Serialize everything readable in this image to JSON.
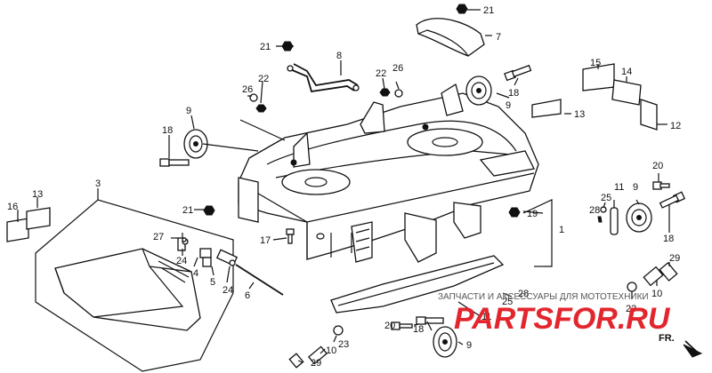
{
  "callouts": {
    "c1": "1",
    "c3": "3",
    "c4": "4",
    "c5": "5",
    "c6": "6",
    "c7": "7",
    "c8": "8",
    "c9a": "9",
    "c9b": "9",
    "c9c": "9",
    "c9d": "9",
    "c10a": "10",
    "c10b": "10",
    "c11a": "11",
    "c11b": "11",
    "c12": "12",
    "c13a": "13",
    "c13b": "13",
    "c14": "14",
    "c15": "15",
    "c16": "16",
    "c17": "17",
    "c18a": "18",
    "c18b": "18",
    "c18c": "18",
    "c18d": "18",
    "c19": "19",
    "c20a": "20",
    "c20b": "20",
    "c21a": "21",
    "c21b": "21",
    "c21c": "21",
    "c22a": "22",
    "c22b": "22",
    "c23a": "23",
    "c23b": "23",
    "c24a": "24",
    "c24b": "24",
    "c25a": "25",
    "c25b": "25",
    "c26a": "26",
    "c26b": "26",
    "c27": "27",
    "c28a": "28",
    "c28b": "28",
    "c29a": "29",
    "c29b": "29"
  },
  "watermark": {
    "caption": "ЗАПЧАСТИ И АКСЕССУАРЫ ДЛЯ МОТОТЕХНИКИ",
    "logo": "PARTSFOR.RU"
  },
  "front_label": "FR."
}
